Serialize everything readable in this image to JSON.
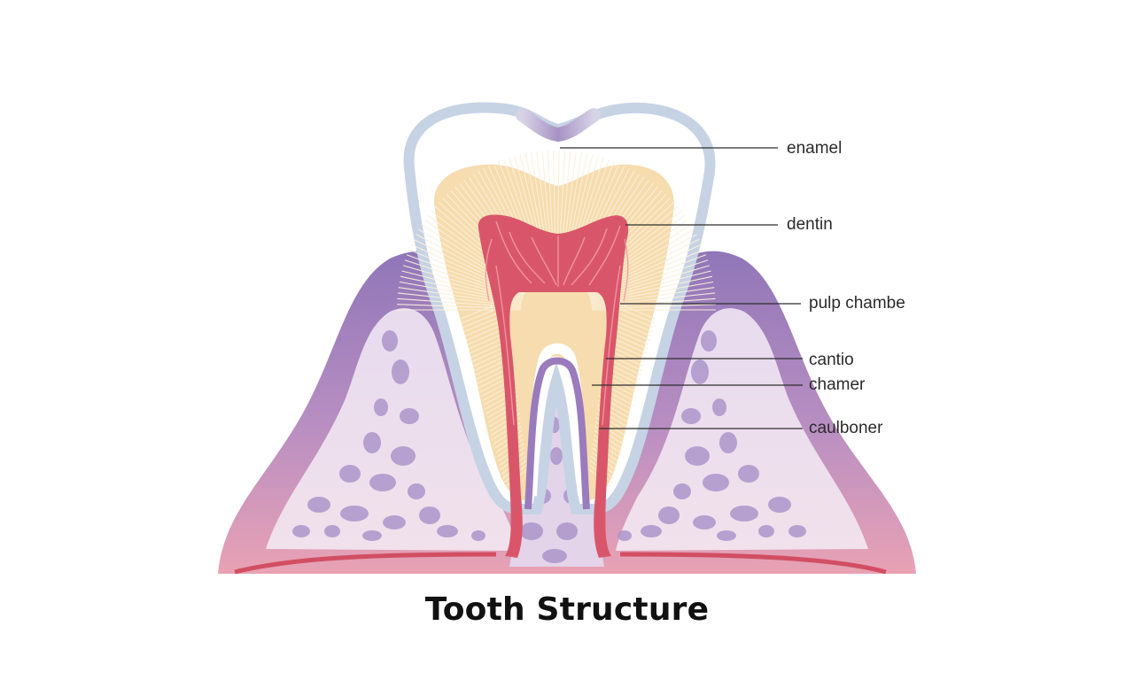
{
  "title": "Tooth Structure",
  "labels": {
    "enamel": "enamel",
    "dentin": "dentin",
    "pulp_chamber": "pulp chambe",
    "cantio": "cantio",
    "chamer": "chamer",
    "caulboner": "caulboner"
  },
  "colors": {
    "enamel_outline": "#c6d3e4",
    "dentin": "#f6dcae",
    "pulp": "#d9566a",
    "gum": "#9a7bbd",
    "bone": "#d8c6e4",
    "bone_spots": "#a891c8"
  }
}
